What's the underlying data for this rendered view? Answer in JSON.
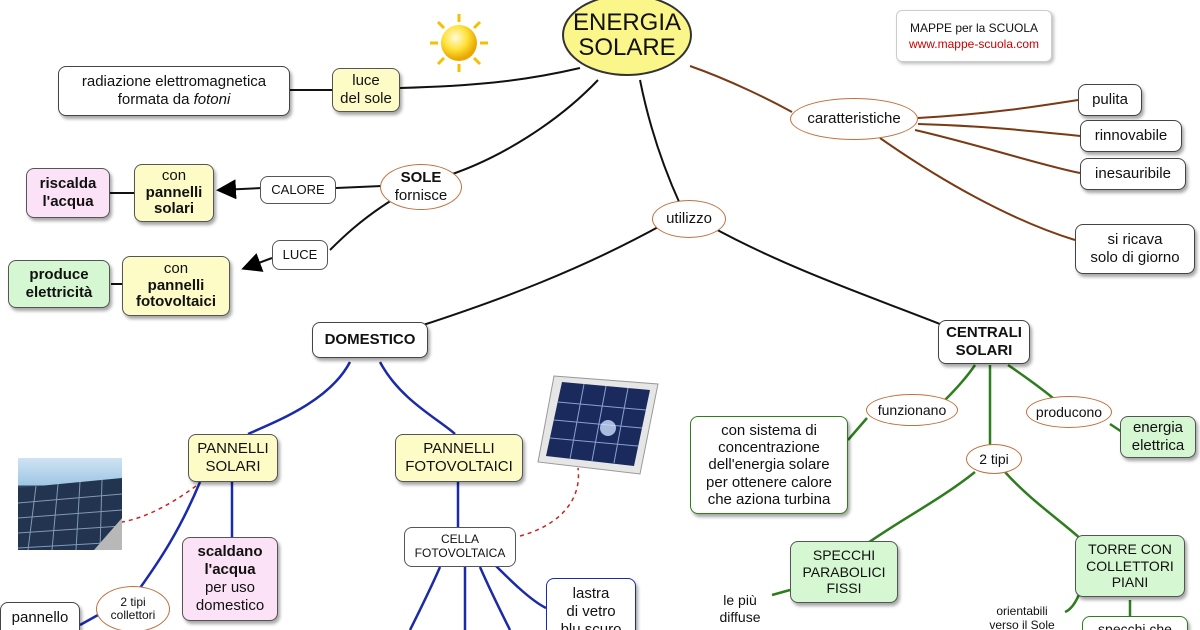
{
  "title": {
    "line1": "ENERGIA",
    "line2": "SOLARE"
  },
  "watermark": {
    "line1": "MAPPE per la SCUOLA",
    "line2": "www.mappe-scuola.com"
  },
  "colors": {
    "title_fill": "#fbf68a",
    "watermark_url": "#cc0000",
    "brown_link": "#7a3a14",
    "blue_link": "#1a2aa8",
    "green_link": "#2e7d1e"
  },
  "nodes": {
    "radiazione": {
      "line1": "radiazione elettromagnetica",
      "line2": "formata da ",
      "line2_italic": "fotoni"
    },
    "luce_del_sole": {
      "line1": "luce",
      "line2": "del sole"
    },
    "sole": {
      "line1": "SOLE",
      "line2": "fornisce"
    },
    "calore": "CALORE",
    "luce": "LUCE",
    "con_pannelli_solari": {
      "line1": "con",
      "line2": "pannelli",
      "line3": "solari"
    },
    "riscalda_acqua": {
      "line1": "riscalda",
      "line2": "l'acqua"
    },
    "con_pannelli_fotovoltaici": {
      "line1": "con",
      "line2": "pannelli",
      "line3": "fotovoltaici"
    },
    "produce_elettricita": {
      "line1": "produce",
      "line2": "elettricità"
    },
    "caratteristiche": "caratteristiche",
    "pulita": "pulita",
    "rinnovabile": "rinnovabile",
    "inesauribile": "inesauribile",
    "si_ricava": {
      "line1": "si ricava",
      "line2": "solo di giorno"
    },
    "utilizzo": "utilizzo",
    "domestico": "DOMESTICO",
    "centrali_solari": {
      "line1": "CENTRALI",
      "line2": "SOLARI"
    },
    "pannelli_solari": {
      "line1": "PANNELLI",
      "line2": "SOLARI"
    },
    "pannelli_fotovoltaici": {
      "line1": "PANNELLI",
      "line2": "FOTOVOLTAICI"
    },
    "scaldano": {
      "line1": "scaldano",
      "line2": "l'acqua",
      "line3": "per uso",
      "line4": "domestico"
    },
    "due_tipi_collettori": {
      "line1": "2 tipi",
      "line2": "collettori"
    },
    "pannello": "pannello",
    "cella_fotovoltaica": {
      "line1": "CELLA",
      "line2": "FOTOVOLTAICA"
    },
    "lastra": {
      "line1": "lastra",
      "line2": "di vetro",
      "line3": "blu scuro"
    },
    "funzionano": "funzionano",
    "producono": "producono",
    "energia_elettrica": {
      "line1": "energia",
      "line2": "elettrica"
    },
    "sistema_concentrazione": {
      "line1": "con sistema di",
      "line2": "concentrazione",
      "line3": "dell'energia solare",
      "line4": "per ottenere calore",
      "line5": "che aziona turbina"
    },
    "due_tipi": "2 tipi",
    "specchi_parabolici": {
      "line1": "SPECCHI",
      "line2": "PARABOLICI",
      "line3": "FISSI"
    },
    "torre_collettori": {
      "line1": "TORRE CON",
      "line2": "COLLETTORI",
      "line3": "PIANI"
    },
    "le_piu_diffuse": {
      "line1": "le più",
      "line2": "diffuse"
    },
    "orientabili": {
      "line1": "orientabili",
      "line2": "verso il Sole"
    },
    "specchi_che": "specchi che"
  },
  "icons": [
    "sun-icon",
    "solar-roof-photo",
    "solar-cell-photo"
  ]
}
